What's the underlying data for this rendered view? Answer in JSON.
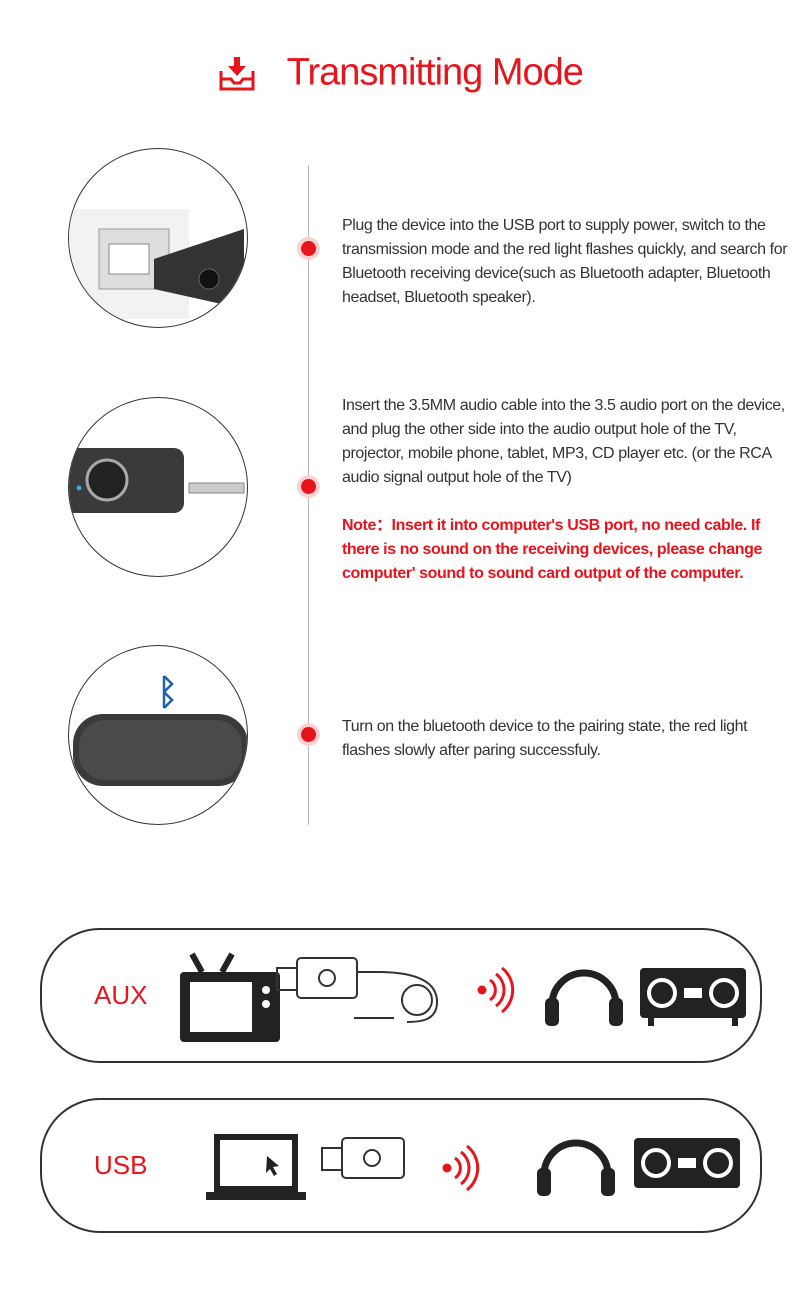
{
  "header": {
    "title": "Transmitting Mode",
    "icon": "download-tray-icon"
  },
  "steps": [
    {
      "text": "Plug the device into the USB port to supply power, switch to the transmission mode and the red light flashes quickly, and search for Bluetooth receiving device(such as Bluetooth adapter, Bluetooth headset, Bluetooth speaker)."
    },
    {
      "text": "Insert the 3.5MM audio cable into the 3.5 audio port on the device, and plug the other side into the audio output hole of the TV, projector, mobile phone, tablet, MP3, CD player etc. (or the RCA audio signal output hole of the TV)",
      "note": "Note：Insert it into computer's USB port, no need cable. If there is no sound on the receiving devices, please change computer' sound to sound card output of the computer."
    },
    {
      "text": "Turn on the bluetooth device to the pairing state, the red light flashes slowly after paring successfuly."
    }
  ],
  "panels": [
    {
      "label": "AUX"
    },
    {
      "label": "USB"
    }
  ],
  "colors": {
    "accent": "#e8141c",
    "dark": "#222222"
  }
}
